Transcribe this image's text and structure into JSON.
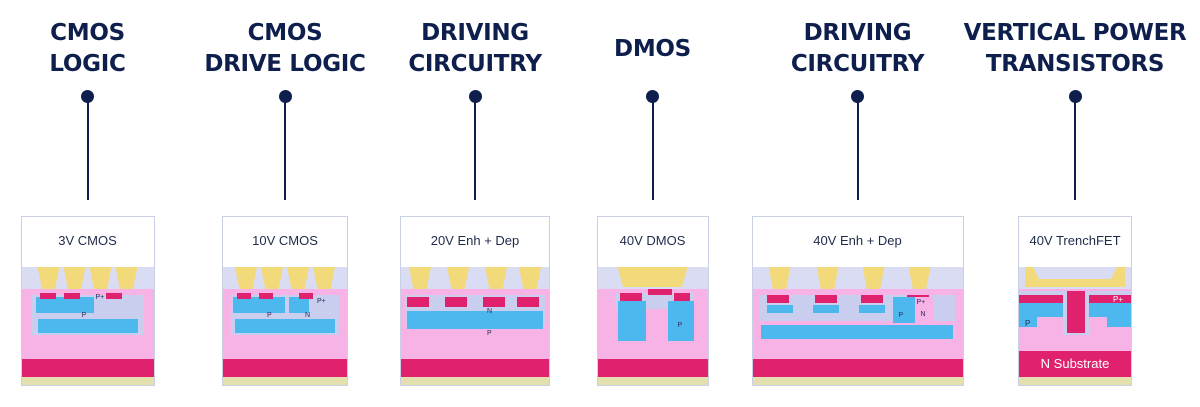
{
  "headings": [
    {
      "line1": "CMOS",
      "line2": "LOGIC"
    },
    {
      "line1": "CMOS",
      "line2": "DRIVE LOGIC"
    },
    {
      "line1": "DRIVING",
      "line2": "CIRCUITRY"
    },
    {
      "line1": "DMOS",
      "line2": ""
    },
    {
      "line1": "DRIVING",
      "line2": "CIRCUITRY"
    },
    {
      "line1": "VERTICAL POWER",
      "line2": "TRANSISTORS"
    }
  ],
  "cards": [
    {
      "label": "3V CMOS",
      "tags": [
        "P+",
        "P"
      ]
    },
    {
      "label": "10V CMOS",
      "tags": [
        "P+",
        "P",
        "N"
      ]
    },
    {
      "label": "20V  Enh + Dep",
      "tags": [
        "N",
        "P"
      ]
    },
    {
      "label": "40V DMOS",
      "tags": [
        "P"
      ]
    },
    {
      "label": "40V Enh + Dep",
      "tags": [
        "P+",
        "P",
        "N"
      ]
    },
    {
      "label": "40V TrenchFET",
      "tags": [
        "P+",
        "P"
      ],
      "substrate": "N Substrate"
    }
  ],
  "colors": {
    "navy": "#0f1f4d",
    "lavender": "#d9dcf2",
    "pink": "#f7b2e6",
    "blue": "#4db8ee",
    "magenta": "#e0216e",
    "gold": "#f2d97a",
    "tan": "#e3dfae"
  }
}
